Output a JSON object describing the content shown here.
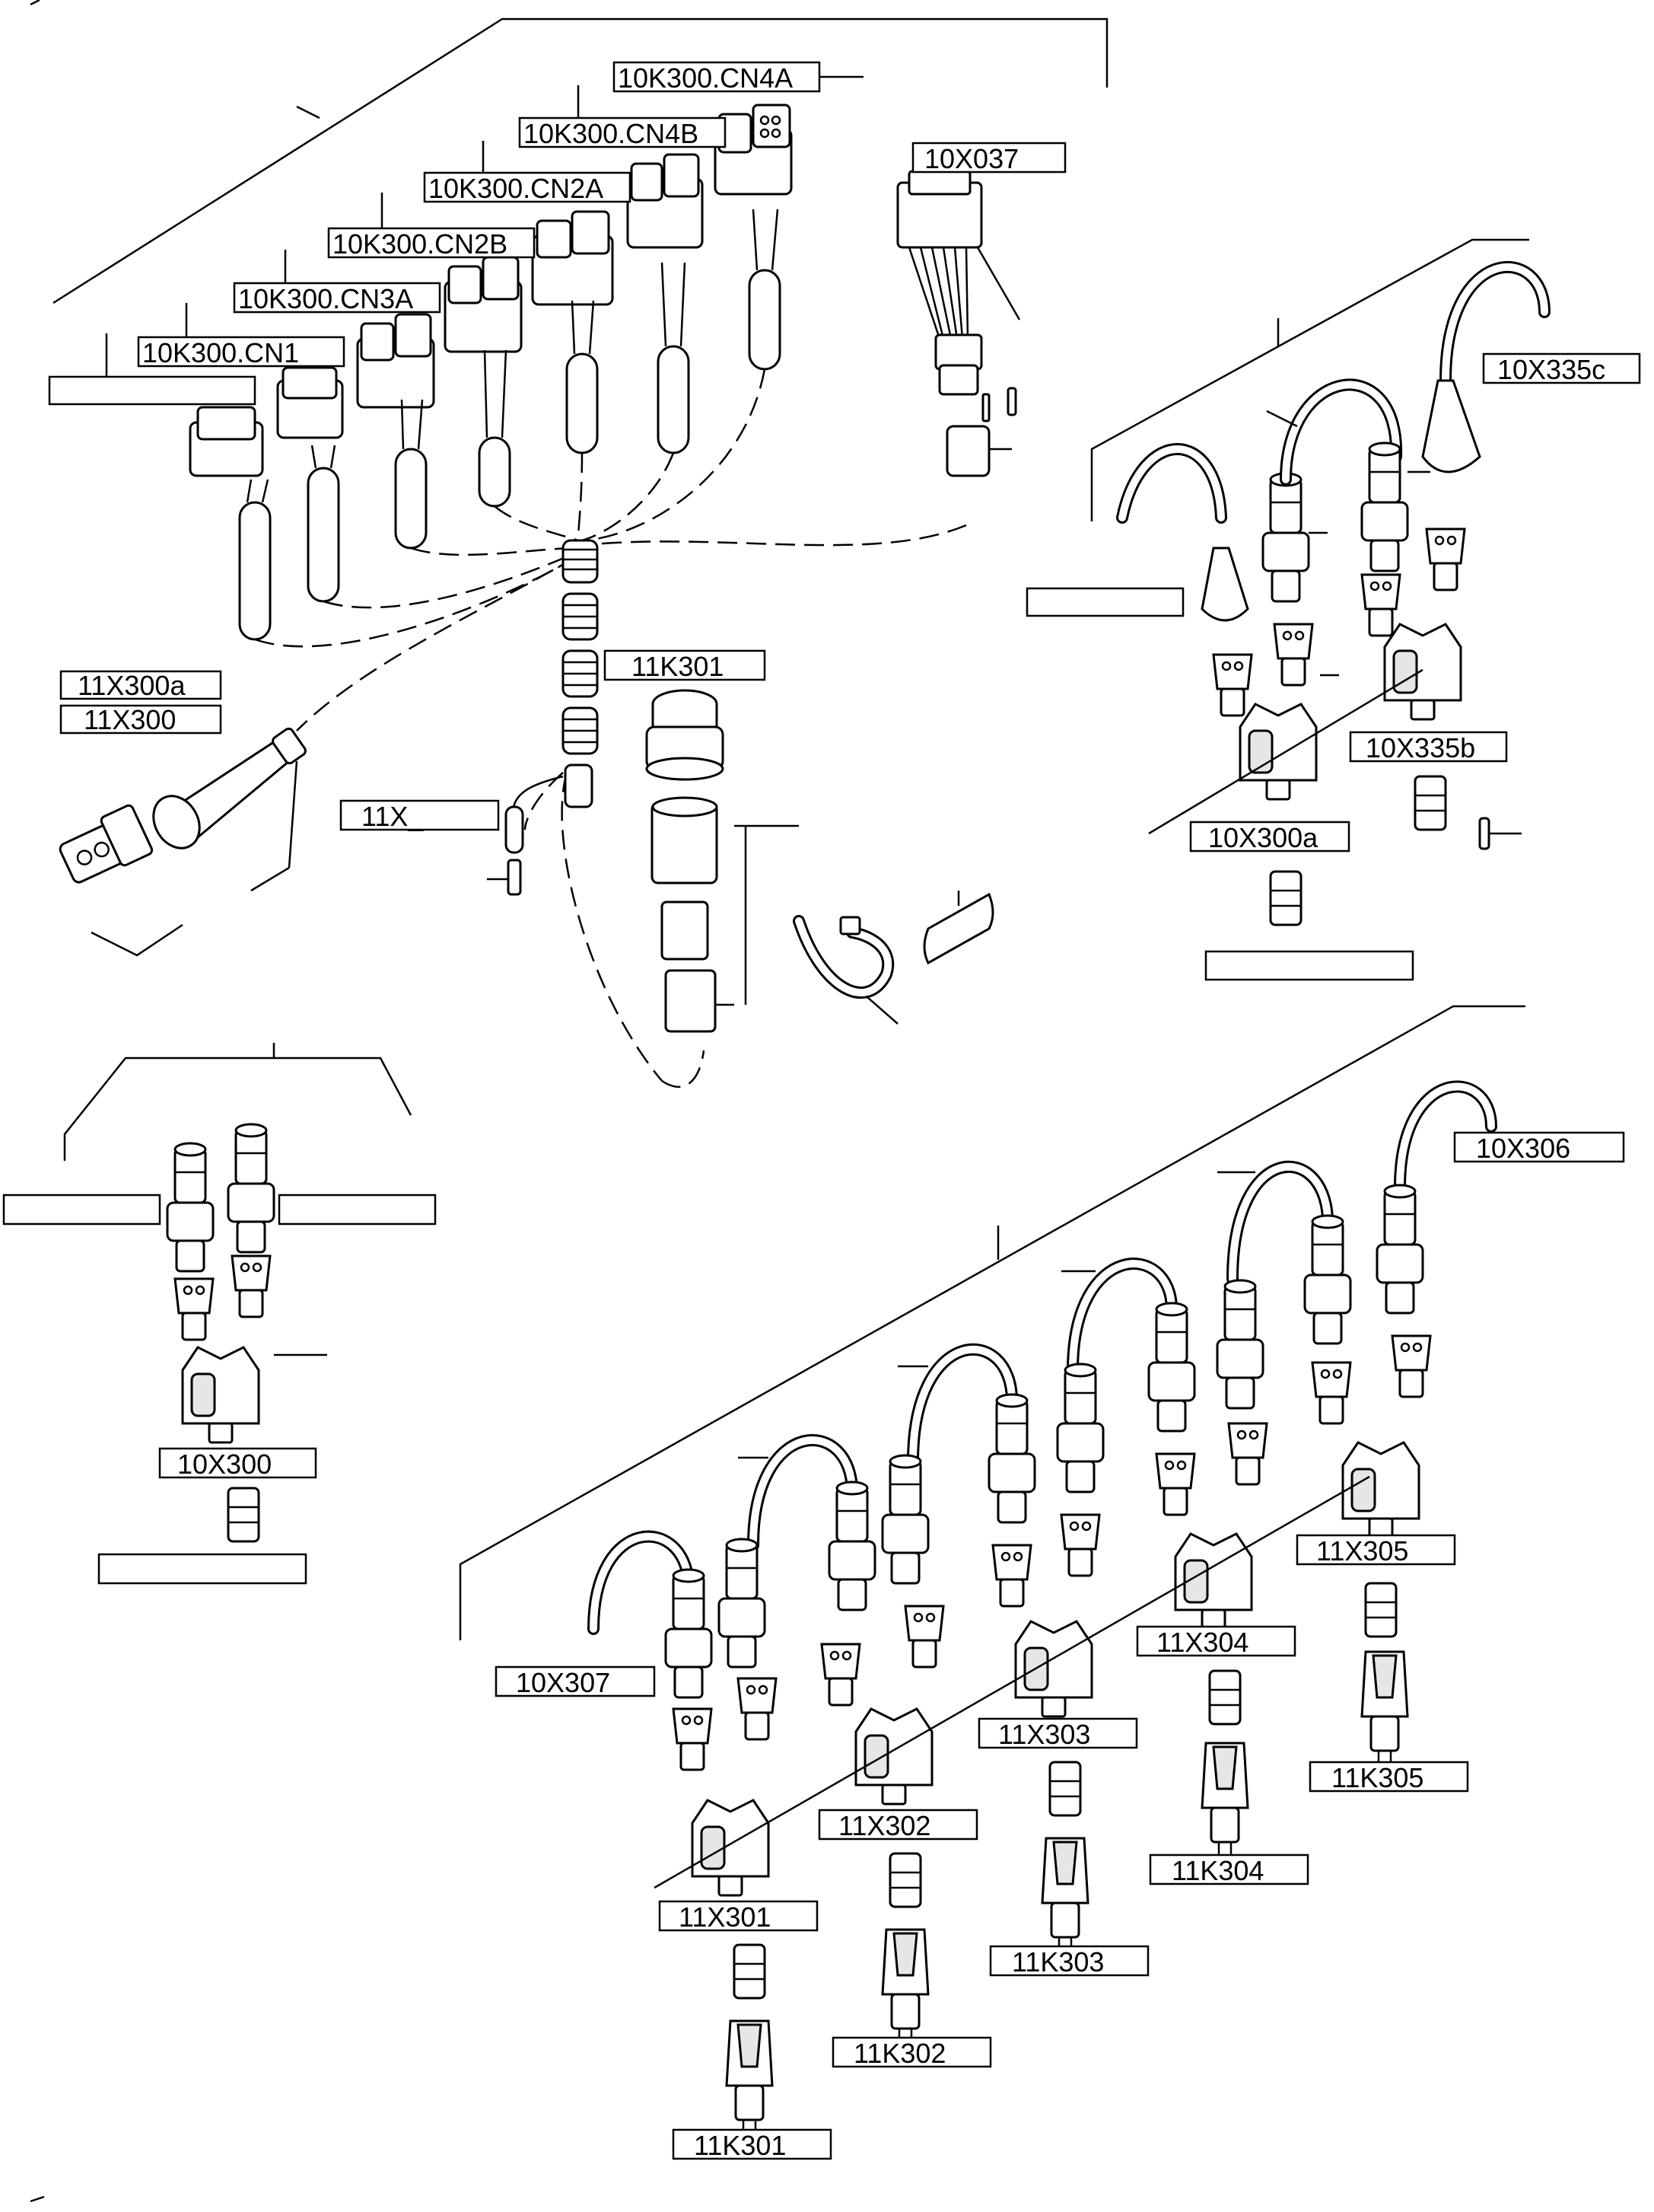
{
  "labels": {
    "l_10K300_CN4A": "10K300.CN4A",
    "l_10K300_CN4B": "10K300.CN4B",
    "l_10K300_CN2A": "10K300.CN2A",
    "l_10K300_CN2B": "10K300.CN2B",
    "l_10K300_CN3A": "10K300.CN3A",
    "l_10K300_CN1": "10K300.CN1",
    "l_10X037": "10X037",
    "l_10X335c": "10X335c",
    "l_11X300a": "11X300a",
    "l_11X300": "11X300",
    "l_11K301_top": "11K301",
    "l_11X_": "11X_",
    "l_10X335b": "10X335b",
    "l_10X300a": "10X300a",
    "l_10X300": "10X300",
    "l_10X306": "10X306",
    "l_11X305": "11X305",
    "l_11X304": "11X304",
    "l_11X303": "11X303",
    "l_11X302": "11X302",
    "l_11X301": "11X301",
    "l_10X307": "10X307",
    "l_11K305": "11K305",
    "l_11K304": "11K304",
    "l_11K303": "11K303",
    "l_11K302": "11K302",
    "l_11K301": "11K301"
  },
  "colors": {
    "line": "#000000",
    "background": "#ffffff",
    "fill_light": "#e6e6e6"
  }
}
